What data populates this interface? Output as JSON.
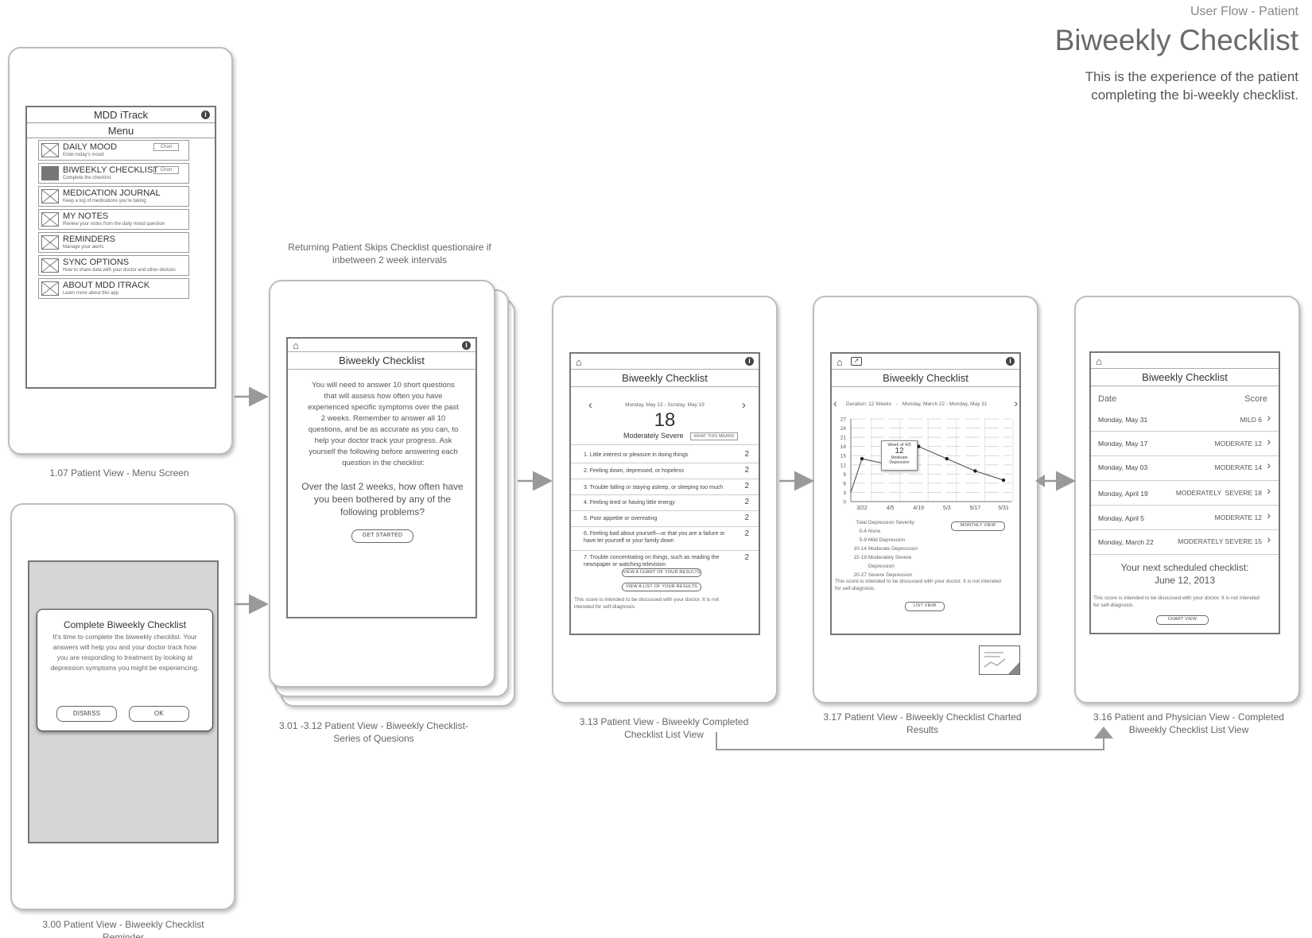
{
  "header": {
    "flow_label": "User Flow - Patient",
    "title": "Biweekly Checklist",
    "description": "This is the experience of the patient completing the bi-weekly checklist."
  },
  "menu_screen": {
    "app_title": "MDD iTrack",
    "menu_label": "Menu",
    "chart_label": "Chart",
    "items": [
      {
        "title": "DAILY MOOD",
        "subtitle": "Enter today's mood"
      },
      {
        "title": "BIWEEKLY CHECKLIST",
        "subtitle": "Complete the checklist"
      },
      {
        "title": "MEDICATION JOURNAL",
        "subtitle": "Keep a log of medications you're taking"
      },
      {
        "title": "MY NOTES",
        "subtitle": "Review your notes from the daily mood question"
      },
      {
        "title": "REMINDERS",
        "subtitle": "Manage your alerts"
      },
      {
        "title": "SYNC OPTIONS",
        "subtitle": "How to share data with your doctor and other devices"
      },
      {
        "title": "ABOUT MDD ITRACK",
        "subtitle": "Learn more about this app"
      }
    ],
    "caption": "1.07 Patient View - Menu Screen"
  },
  "reminder_screen": {
    "dialog_title": "Complete Biweekly Checklist",
    "dialog_text": "It's time to complete the biweekly checklist. Your answers will help you and your doctor track how you are responding to treatment by looking at depression symptoms you might be experiencing.",
    "dismiss_label": "DISMISS",
    "ok_label": "OK",
    "caption_line1": "3.00 Patient View - Biweekly Checklist",
    "caption_line2": "Reminder"
  },
  "question_screen": {
    "note_line1": "Returning Patient Skips Checklist questionaire if",
    "note_line2": "inbetween 2 week intervals",
    "title": "Biweekly Checklist",
    "intro": "You will need to answer 10 short questions that will assess how often you have experienced specific symptoms over the past 2 weeks. Remember to answer all 10 questions, and be as accurate as you can, to help your doctor track your progress. Ask yourself the following before answering each question in the checklist:",
    "prompt": "Over the last 2 weeks, how often have you been bothered by any of the following problems?",
    "start_label": "GET STARTED",
    "caption_line1": "3.01 -3.12 Patient View - Biweekly Checklist-",
    "caption_line2": "Series of Quesions"
  },
  "completed_screen": {
    "title": "Biweekly Checklist",
    "date_range": "Monday, May 13 - Sunday, May 19",
    "score": "18",
    "severity": "Moderately Severe",
    "what_label": "WHAT THIS MEANS",
    "questions": [
      {
        "text": "1. Little interest or pleasure in doing things",
        "score": "2"
      },
      {
        "text": "2. Feeling down, depressed, or hopeless",
        "score": "2"
      },
      {
        "text": "3. Trouble falling or staying asleep, or sleeping too much",
        "score": "2"
      },
      {
        "text": "4. Feeling tired or having little energy",
        "score": "2"
      },
      {
        "text": "5. Poor appetite or overeating",
        "score": "2"
      },
      {
        "text": "6. Feeling bad about yourself—or that you are a failure or have let yourself or your family down",
        "score": "2"
      },
      {
        "text": "7. Trouble concentrating on things, such as reading the newspaper or watching television",
        "score": "2"
      }
    ],
    "chart_btn": "VIEW A CHART OF YOUR RESULTS",
    "list_btn": "VIEW A LIST OF YOUR RESULTS",
    "disclaimer": "This score is intended to be discussed with your doctor. It is not intended for self-diagnosis.",
    "caption_line1": "3.13 Patient View - Biweekly Completed",
    "caption_line2": "Checklist List View"
  },
  "chart_screen": {
    "title": "Biweekly Checklist",
    "duration": "Duration: 12 Weeks",
    "range": "Monday, March 22 - Monday, May 31",
    "tooltip_week": "Week of 4/5",
    "tooltip_value": "12",
    "tooltip_line1": "Moderate",
    "tooltip_line2": "Depression",
    "monthly_label": "MONTHLY VIEW",
    "legend_header_total": "Total",
    "legend_header_sev": "Depression Severity",
    "legend": [
      {
        "range": "0-4",
        "label": "None"
      },
      {
        "range": "5-9",
        "label": "Mild Depression"
      },
      {
        "range": "10-14",
        "label": "Moderate Depression"
      },
      {
        "range": "15-19",
        "label": "Moderately Severe"
      },
      {
        "range": "",
        "label": "Depression"
      },
      {
        "range": "20-27",
        "label": "Severe Depression"
      }
    ],
    "disclaimer": "This score is intended to be discussed with your doctor. It is not intended for self-diagnosis.",
    "list_label": "LIST VIEW",
    "caption_line1": "3.17 Patient View - Biweekly Checklist Charted",
    "caption_line2": "Results"
  },
  "chart_data": {
    "type": "line",
    "x": [
      "3/22",
      "4/5",
      "4/19",
      "5/3",
      "5/17",
      "5/31"
    ],
    "series": [
      {
        "values": [
          14,
          12,
          18,
          14,
          10,
          7
        ]
      }
    ],
    "yticks": [
      0,
      3,
      6,
      9,
      12,
      15,
      18,
      21,
      24,
      27
    ],
    "ylim": [
      0,
      27
    ],
    "grid": true
  },
  "list_screen": {
    "title": "Biweekly Checklist",
    "date_header": "Date",
    "score_header": "Score",
    "rows": [
      {
        "date": "Monday, May 31",
        "score": "MILD 6"
      },
      {
        "date": "Monday, May 17",
        "score": "MODERATE 12"
      },
      {
        "date": "Monday, May 03",
        "score": "MODERATE 14"
      },
      {
        "date": "Monday, April 19",
        "score": "MODERATELY  SEVERE 18"
      },
      {
        "date": "Monday, April 5",
        "score": "MODERATE 12"
      },
      {
        "date": "Monday, March 22",
        "score": "MODERATELY SEVERE 15"
      }
    ],
    "next_label": "Your next scheduled checklist:",
    "next_date": "June 12, 2013",
    "disclaimer": "This score is intended to be discussed with your doctor. It is not intended for self-diagnosis.",
    "chart_label": "CHART VIEW",
    "caption_line1": "3.16 Patient and Physician View - Completed",
    "caption_line2": "Biweekly Checklist List View"
  }
}
